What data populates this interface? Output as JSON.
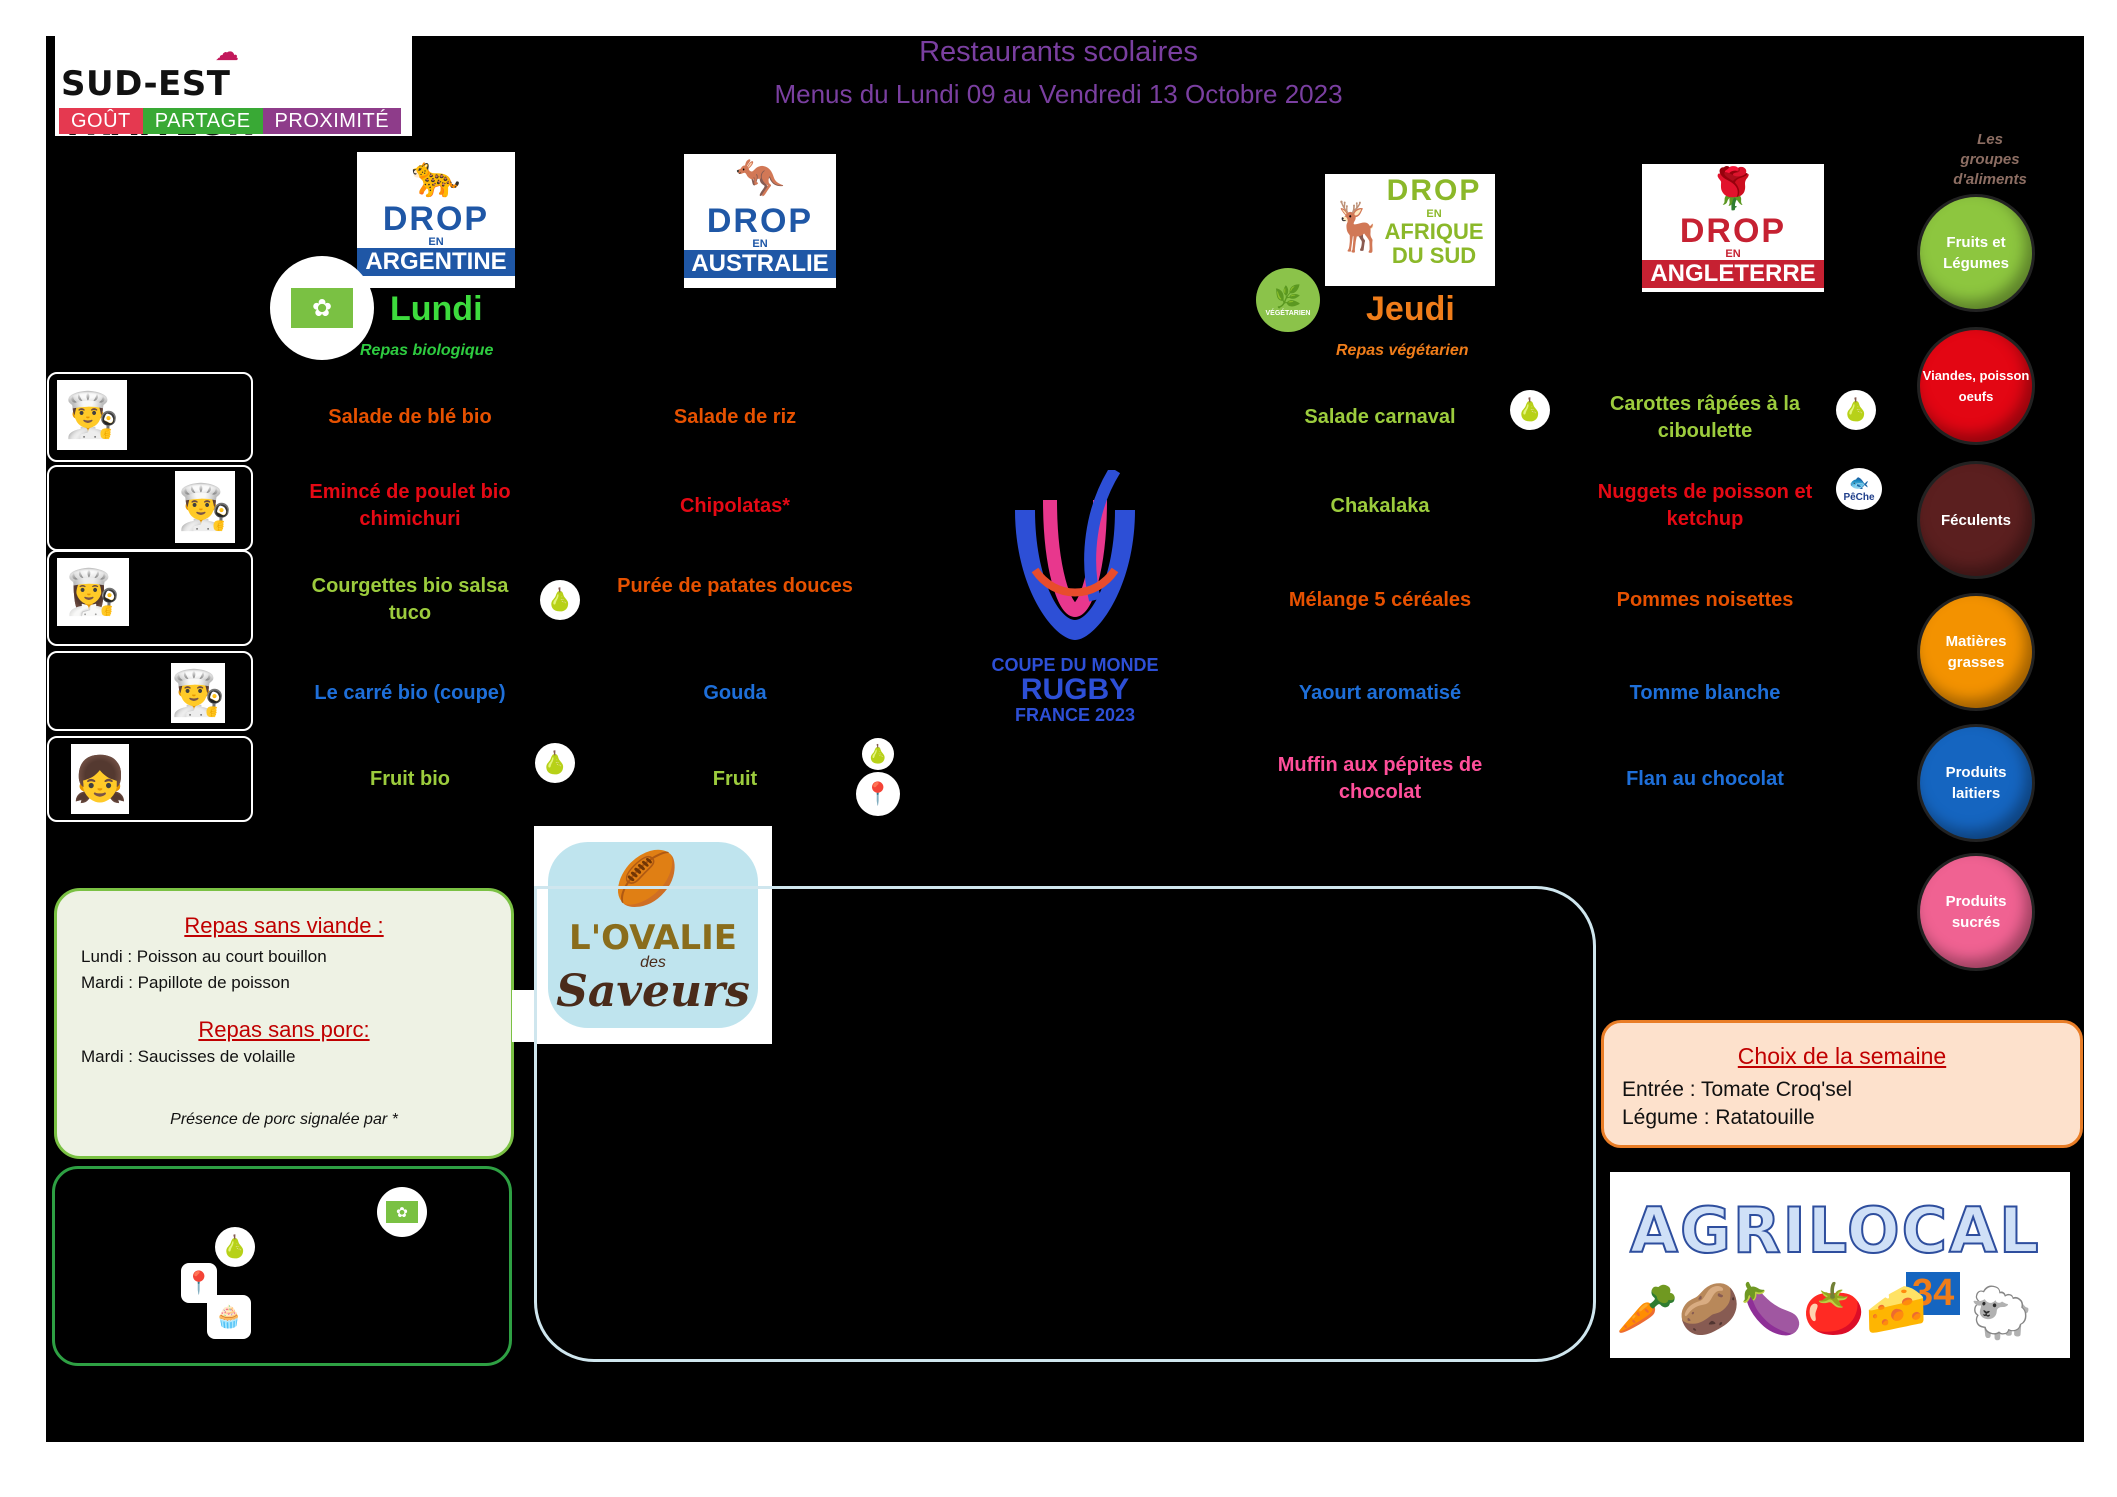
{
  "header": {
    "brand_name": "SUD-EST TRAITEUR",
    "brand_tags": [
      "GOÛT",
      "PARTAGE",
      "PROXIMITÉ"
    ],
    "title": "Restaurants scolaires",
    "subtitle": "Menus du Lundi 09 au Vendredi 13 Octobre 2023"
  },
  "themes": {
    "argentine": {
      "drop": "DROP",
      "en": "EN",
      "country": "ARGENTINE"
    },
    "australie": {
      "drop": "DROP",
      "en": "EN",
      "country": "AUSTRALIE"
    },
    "afrique": {
      "drop": "DROP",
      "en": "EN",
      "country": "AFRIQUE DU SUD"
    },
    "angleterre": {
      "drop": "DROP",
      "en": "EN",
      "country": "ANGLETERRE"
    }
  },
  "days": {
    "lundi": {
      "label": "Lundi",
      "note": "Repas biologique"
    },
    "jeudi": {
      "label": "Jeudi",
      "note": "Repas végétarien"
    }
  },
  "vegetarien_label": "VÉGÉTARIEN",
  "center_logo": {
    "line1": "COUPE DU MONDE",
    "line2": "RUGBY",
    "line3": "FRANCE 2023"
  },
  "menus": {
    "lundi": [
      "Salade de blé bio",
      "Emincé de poulet bio chimichuri",
      "Courgettes bio salsa tuco",
      "Le carré bio (coupe)",
      "Fruit bio"
    ],
    "mardi": [
      "Salade de riz",
      "Chipolatas*",
      "Purée de patates douces",
      "Gouda",
      "Fruit"
    ],
    "jeudi": [
      "Salade carnaval",
      "Chakalaka",
      "Mélange 5 céréales",
      "Yaourt aromatisé",
      "Muffin aux pépites de chocolat"
    ],
    "vendredi": [
      "Carottes râpées à la ciboulette",
      "Nuggets de poisson et ketchup",
      "Pommes noisettes",
      "Tomme blanche",
      "Flan au chocolat"
    ]
  },
  "menu_colors": [
    "#e65100",
    "#e50914",
    "#8bc34a",
    "#1e6fd9",
    "#8bc34a"
  ],
  "jeudi_colors": [
    "#8bc34a",
    "#8bc34a",
    "#e65100",
    "#1e6fd9",
    "#ff4f9a"
  ],
  "vendredi_colors": [
    "#8bc34a",
    "#e50914",
    "#e65100",
    "#1e6fd9",
    "#1e6fd9"
  ],
  "groups": {
    "title": "Les groupes d'aliments",
    "items": [
      {
        "label": "Fruits et Légumes",
        "color": "#8dc63f"
      },
      {
        "label": "Viandes, poisson oeufs",
        "color": "#e30613"
      },
      {
        "label": "Féculents",
        "color": "#5b1f1f"
      },
      {
        "label": "Matières grasses",
        "color": "#f39200"
      },
      {
        "label": "Produits laitiers",
        "color": "#1565c0"
      },
      {
        "label": "Produits sucrés",
        "color": "#f06292"
      }
    ]
  },
  "sans_viande": {
    "heading": "Repas sans viande :",
    "lines": [
      "Lundi : Poisson au court bouillon",
      "Mardi : Papillote de poisson"
    ]
  },
  "sans_porc": {
    "heading": "Repas sans porc:",
    "lines": [
      "Mardi : Saucisses de volaille"
    ],
    "note": "Présence de porc signalée par *"
  },
  "ovalie": {
    "line1": "L'OVALIE",
    "line2": "des",
    "line3": "Saveurs"
  },
  "choix": {
    "heading": "Choix de la semaine",
    "entree": "Entrée : Tomate Croq'sel",
    "legume": "Légume : Ratatouille"
  },
  "agrilocal": {
    "name": "AGRILOCAL",
    "number": "34"
  },
  "peche_label": "PêChe"
}
